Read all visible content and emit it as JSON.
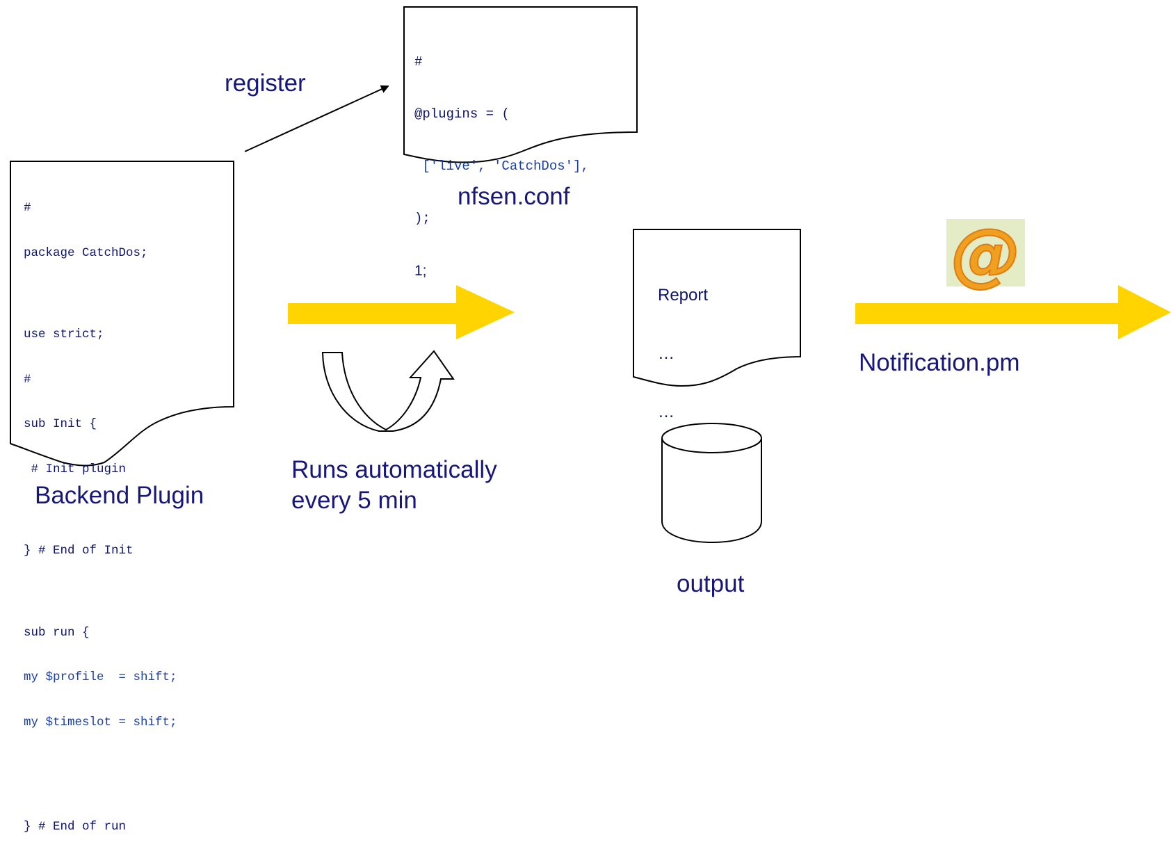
{
  "labels": {
    "register": "register",
    "nfsen_conf": "nfsen.conf",
    "backend_plugin": "Backend Plugin",
    "runs_line1": "Runs automatically",
    "runs_line2": "every 5 min",
    "notification": "Notification.pm",
    "output": "output"
  },
  "nfsen_conf_lines": [
    "#",
    "@plugins = (",
    " ['live', 'CatchDos'],",
    ");",
    "1;"
  ],
  "plugin_lines": [
    "#",
    "package CatchDos;",
    "",
    "use strict;",
    "#",
    "sub Init {",
    " # Init plugin",
    "",
    "} # End of Init",
    "",
    "sub run {",
    "my $profile  = shift;",
    "my $timeslot = shift;",
    "",
    "",
    "} # End of run"
  ],
  "report_lines": [
    "Report",
    "…",
    "…"
  ],
  "icons": {
    "email": "at-sign-icon",
    "arrow_color": "#ffd400",
    "email_bg": "#e3ecc4",
    "email_color": "#f0a020"
  }
}
